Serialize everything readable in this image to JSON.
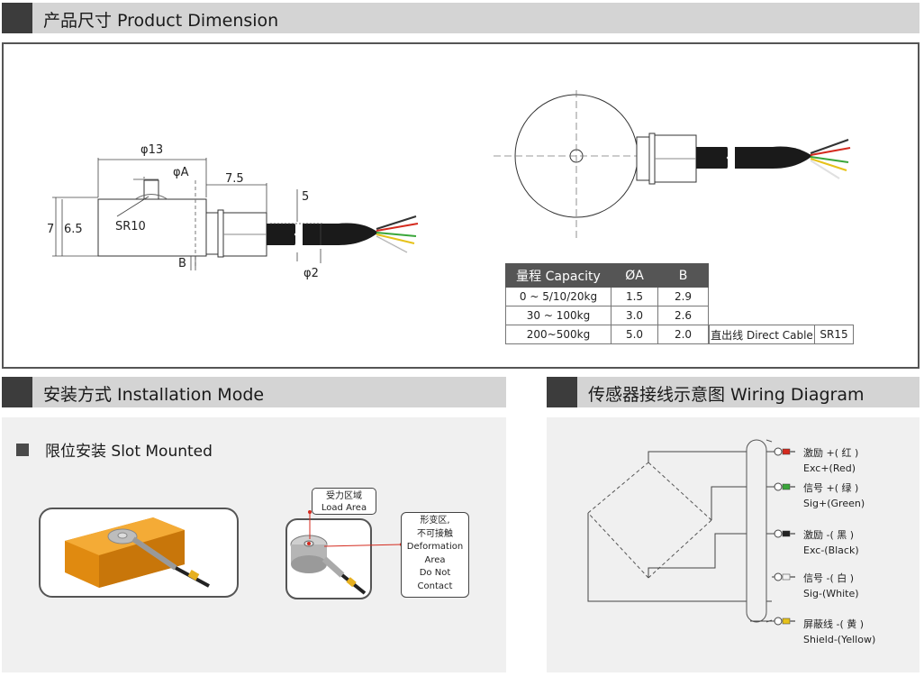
{
  "headers": {
    "dimension": "产品尺寸 Product Dimension",
    "installation": "安装方式 Installation Mode",
    "wiring": "传感器接线示意图 Wiring Diagram"
  },
  "dimension": {
    "labels": {
      "phi13": "φ13",
      "phiA": "φA",
      "d75": "7.5",
      "d5": "5",
      "d7": "7",
      "d65": "6.5",
      "sr10": "SR10",
      "b": "B",
      "phi2": "φ2"
    },
    "table": {
      "headers": [
        "量程 Capacity",
        "ØA",
        "B"
      ],
      "rows": [
        [
          "0 ~ 5/10/20kg",
          "1.5",
          "2.9"
        ],
        [
          "30 ~ 100kg",
          "3.0",
          "2.6"
        ],
        [
          "200~500kg",
          "5.0",
          "2.0"
        ]
      ],
      "cable_note": "直出线 Direct Cable",
      "sr_note": "SR15"
    }
  },
  "installation": {
    "slot_label": "限位安装 Slot Mounted",
    "load_area": [
      "受力区域",
      "Load Area"
    ],
    "deformation": [
      "形变区,",
      "不可接触",
      "Deformation",
      "Area",
      "Do Not",
      "Contact"
    ]
  },
  "wiring": {
    "wires": [
      {
        "cn": "激励 +( 红 )",
        "en": "Exc+(Red)",
        "color": "#d42a1e"
      },
      {
        "cn": "信号 +( 绿 )",
        "en": "Sig+(Green)",
        "color": "#3aa63a"
      },
      {
        "cn": "激励 -( 黑 )",
        "en": "Exc-(Black)",
        "color": "#222222"
      },
      {
        "cn": "信号 -( 白 )",
        "en": "Sig-(White)",
        "color": "#e8e8e8"
      },
      {
        "cn": "屏蔽线 -( 黄 )",
        "en": "Shield-(Yellow)",
        "color": "#e6c21a"
      }
    ]
  },
  "colors": {
    "header_bg": "#d4d4d4",
    "header_block": "#3c3c3c",
    "mount_orange": "#f0a020"
  }
}
